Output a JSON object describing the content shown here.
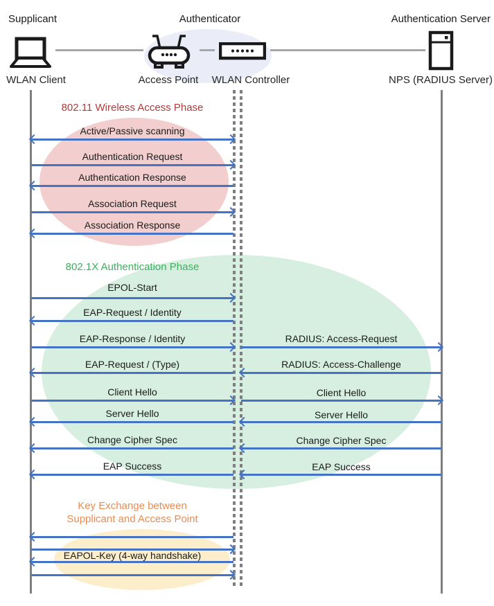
{
  "header": {
    "roles": [
      {
        "label": "Supplicant"
      },
      {
        "label": "Authenticator"
      },
      {
        "label": "Authentication Server"
      }
    ],
    "devices": [
      {
        "label": "WLAN Client",
        "icon": "laptop-icon"
      },
      {
        "label": "Access Point",
        "icon": "access-point-icon"
      },
      {
        "label": "WLAN Controller",
        "icon": "wlan-controller-icon"
      },
      {
        "label": "NPS (RADIUS Server)",
        "icon": "server-icon"
      }
    ]
  },
  "colors": {
    "arrow_blue": "#4472C4",
    "lifeline_gray": "#7F7F7F",
    "connector_gray": "#A6A6A6",
    "phase1_text": "#B13A3A",
    "phase1_fill": "#F2CFCE",
    "phase2_text": "#3FAF5F",
    "phase2_fill": "#D6EFE0",
    "phase3_text": "#EA8C53",
    "phase3_fill": "#FDEECB",
    "hub_fill": "#EAEDF8"
  },
  "phases": [
    {
      "title": "802.11 Wireless Access Phase"
    },
    {
      "title": "802.1X Authentication Phase"
    },
    {
      "title": "Key Exchange between\nSupplicant and Access Point"
    }
  ],
  "rows": [
    {
      "left": {
        "label": "Active/Passive scanning",
        "dir": "both",
        "from": "WLAN Client",
        "to": "WLAN Controller"
      }
    },
    {
      "left": {
        "label": "Authentication Request",
        "dir": "right",
        "from": "WLAN Client",
        "to": "WLAN Controller"
      }
    },
    {
      "left": {
        "label": "Authentication Response",
        "dir": "left",
        "from": "WLAN Controller",
        "to": "WLAN Client"
      }
    },
    {
      "left": {
        "label": "Association Request",
        "dir": "right",
        "from": "WLAN Client",
        "to": "WLAN Controller"
      }
    },
    {
      "left": {
        "label": "Association Response",
        "dir": "left",
        "from": "WLAN Controller",
        "to": "WLAN Client"
      }
    },
    {
      "left": {
        "label": "EPOL-Start",
        "dir": "right",
        "from": "WLAN Client",
        "to": "WLAN Controller"
      }
    },
    {
      "left": {
        "label": "EAP-Request / Identity",
        "dir": "left",
        "from": "WLAN Controller",
        "to": "WLAN Client"
      }
    },
    {
      "left": {
        "label": "EAP-Response / Identity",
        "dir": "right",
        "from": "WLAN Client",
        "to": "WLAN Controller"
      },
      "right": {
        "label": "RADIUS: Access-Request",
        "dir": "right",
        "from": "WLAN Controller",
        "to": "NPS (RADIUS Server)"
      }
    },
    {
      "left": {
        "label": "EAP-Request / (Type)",
        "dir": "left",
        "from": "WLAN Controller",
        "to": "WLAN Client"
      },
      "right": {
        "label": "RADIUS: Access-Challenge",
        "dir": "left",
        "from": "NPS (RADIUS Server)",
        "to": "WLAN Controller"
      }
    },
    {
      "left": {
        "label": "Client Hello",
        "dir": "right",
        "from": "WLAN Client",
        "to": "WLAN Controller"
      },
      "right": {
        "label": "Client Hello",
        "dir": "right",
        "from": "WLAN Controller",
        "to": "NPS (RADIUS Server)"
      }
    },
    {
      "left": {
        "label": "Server Hello",
        "dir": "left",
        "from": "WLAN Controller",
        "to": "WLAN Client"
      },
      "right": {
        "label": "Server Hello",
        "dir": "left",
        "from": "NPS (RADIUS Server)",
        "to": "WLAN Controller"
      }
    },
    {
      "left": {
        "label": "Change Cipher Spec",
        "dir": "left",
        "from": "WLAN Controller",
        "to": "WLAN Client"
      },
      "right": {
        "label": "Change Cipher Spec",
        "dir": "left",
        "from": "NPS (RADIUS Server)",
        "to": "WLAN Controller"
      }
    },
    {
      "left": {
        "label": "EAP Success",
        "dir": "left",
        "from": "WLAN Controller",
        "to": "WLAN Client"
      },
      "right": {
        "label": "EAP Success",
        "dir": "left",
        "from": "NPS (RADIUS Server)",
        "to": "WLAN Controller"
      }
    },
    {
      "left": {
        "label": "",
        "dir": "left",
        "from": "WLAN Controller",
        "to": "WLAN Client"
      }
    },
    {
      "left": {
        "label": "",
        "dir": "right",
        "from": "WLAN Client",
        "to": "WLAN Controller"
      }
    },
    {
      "left": {
        "label": "EAPOL-Key (4-way handshake)",
        "dir": "left",
        "from": "WLAN Controller",
        "to": "WLAN Client"
      }
    },
    {
      "left": {
        "label": "",
        "dir": "right",
        "from": "WLAN Client",
        "to": "WLAN Controller"
      }
    }
  ]
}
